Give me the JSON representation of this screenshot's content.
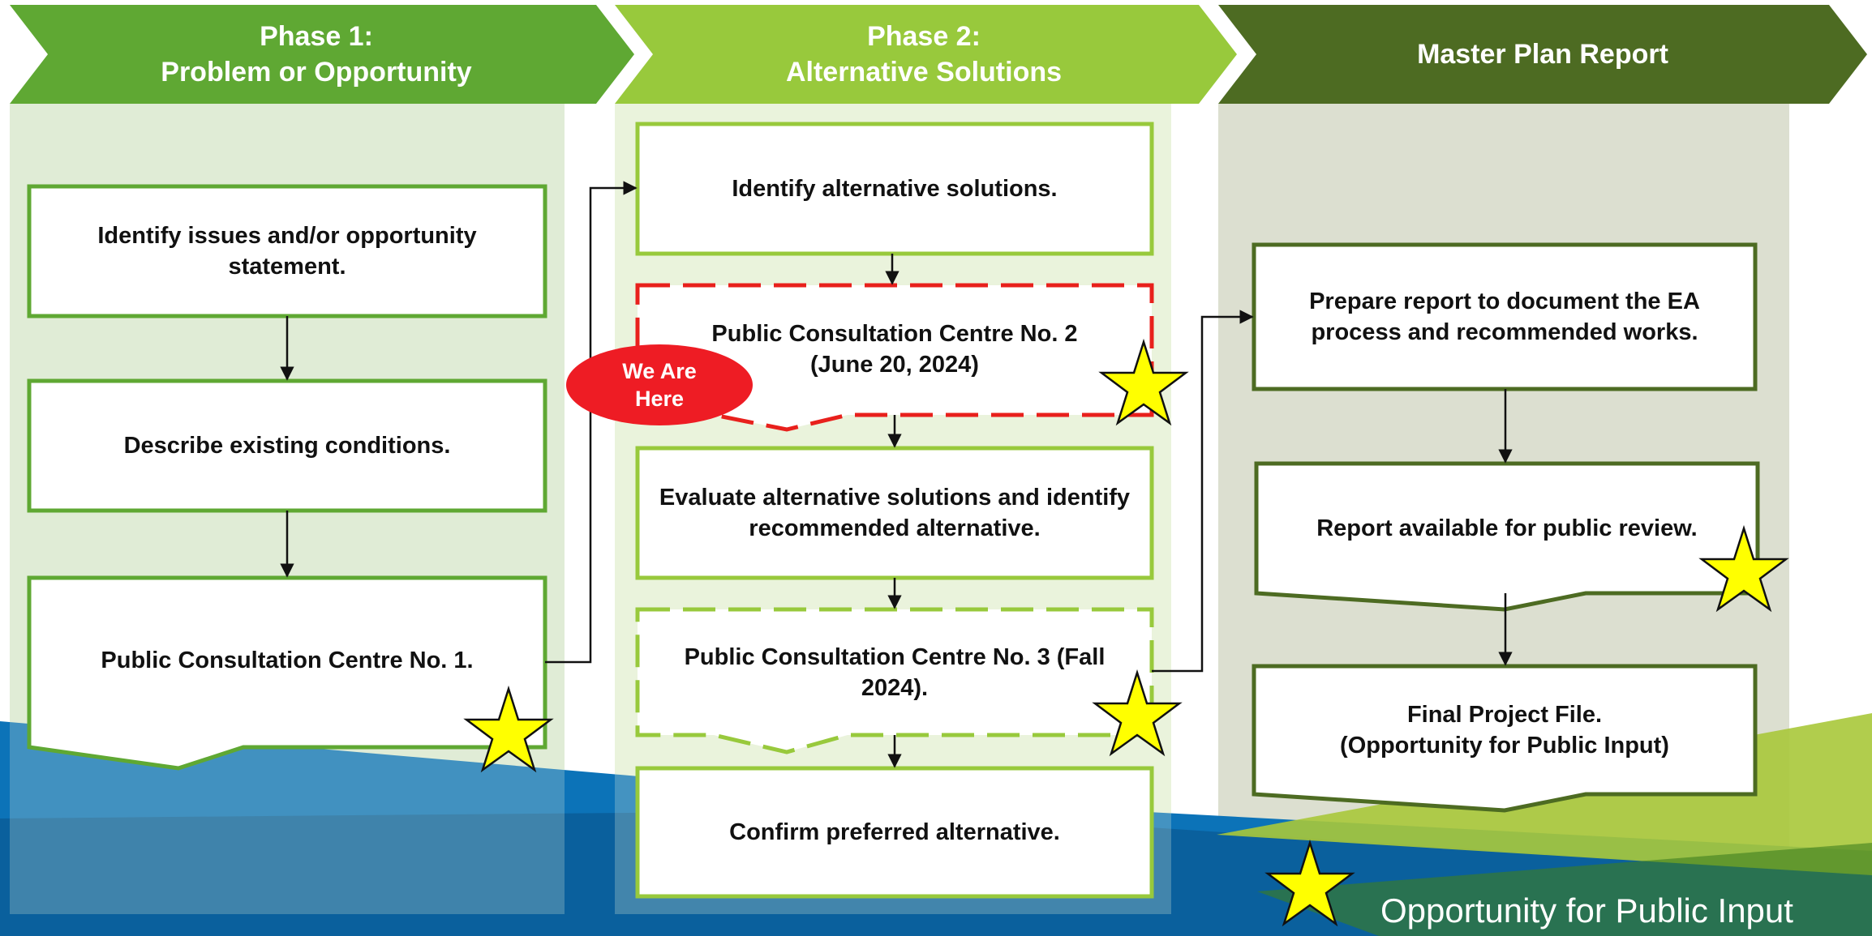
{
  "colors": {
    "phase1_header": "#5fa833",
    "phase2_header": "#98c93c",
    "phase3_header": "#4d6b22",
    "phase1_box_border": "#5fa833",
    "phase2_box_border": "#98c93c",
    "phase3_box_border": "#4d6b22",
    "current_step_border": "#e8201c",
    "we_are_here_fill": "#ee1c24",
    "star_fill": "#ffff00",
    "arrow": "#111111"
  },
  "phases": [
    {
      "header": "Phase 1:\nProblem or Opportunity"
    },
    {
      "header": "Phase 2:\nAlternative Solutions"
    },
    {
      "header": "Master Plan Report"
    }
  ],
  "steps": {
    "p1_identify_issues": "Identify issues and/or opportunity statement.",
    "p1_describe_conditions": "Describe existing conditions.",
    "p1_pcc1": "Public Consultation Centre No. 1.",
    "p2_identify_alternatives": "Identify alternative solutions.",
    "p2_pcc2": "Public Consultation Centre No. 2\n(June 20, 2024)",
    "p2_evaluate": "Evaluate alternative solutions and identify recommended alternative.",
    "p2_pcc3": "Public Consultation Centre No. 3 (Fall 2024).",
    "p2_confirm": "Confirm preferred alternative.",
    "p3_prepare_report": "Prepare report to document the EA process and recommended works.",
    "p3_report_review": "Report available for public review.",
    "p3_final_file": "Final Project File.\n(Opportunity for Public Input)"
  },
  "we_are_here": "We Are\nHere",
  "legend": {
    "icon": "star-icon",
    "label": "Opportunity for Public Input"
  }
}
